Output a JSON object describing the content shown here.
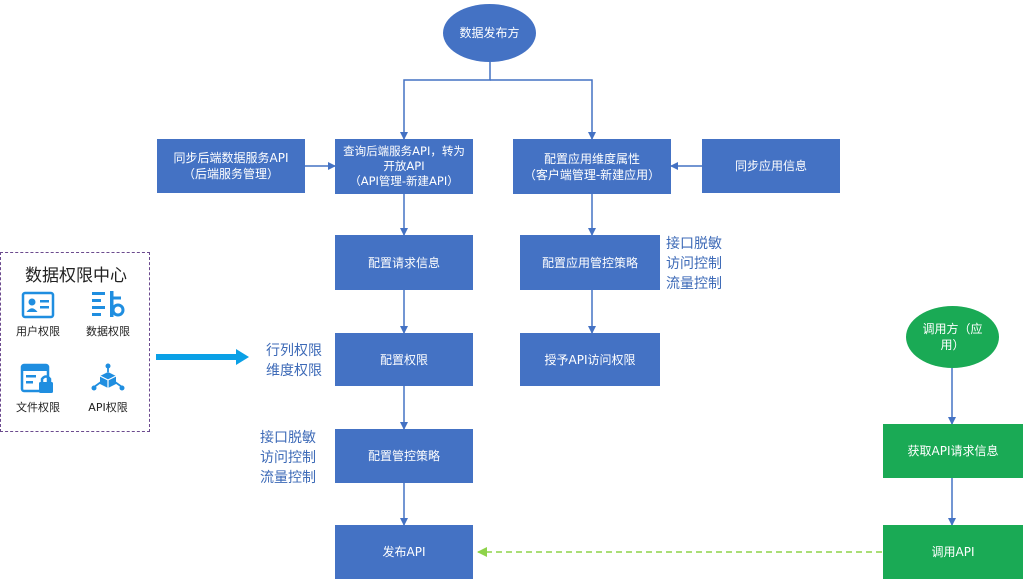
{
  "nodes": {
    "publisher": "数据发布方",
    "sync_backend": [
      "同步后端数据服务API",
      "（后端服务管理）"
    ],
    "query_backend": [
      "查询后端服务API，转为",
      "开放API",
      "（API管理-新建API）"
    ],
    "config_app_attr": [
      "配置应用维度属性",
      "（客户端管理-新建应用）"
    ],
    "sync_app": "同步应用信息",
    "config_request": "配置请求信息",
    "config_app_policy": "配置应用管控策略",
    "config_permission": "配置权限",
    "grant_api": "授予API访问权限",
    "config_policy": "配置管控策略",
    "publish_api": "发布API",
    "caller": [
      "调用方（应",
      "用）"
    ],
    "get_api_info": "获取API请求信息",
    "call_api": "调用API"
  },
  "notes": {
    "app_policy": [
      "接口脱敏",
      "访问控制",
      "流量控制"
    ],
    "permission": [
      "行列权限",
      "维度权限"
    ],
    "policy": [
      "接口脱敏",
      "访问控制",
      "流量控制"
    ]
  },
  "center": {
    "title": "数据权限中心",
    "items": [
      {
        "label": "用户权限",
        "icon": "user-card-icon"
      },
      {
        "label": "数据权限",
        "icon": "data-permission-icon"
      },
      {
        "label": "文件权限",
        "icon": "file-lock-icon"
      },
      {
        "label": "API权限",
        "icon": "api-cube-icon"
      }
    ]
  },
  "colors": {
    "box_blue": "#4472c4",
    "box_green": "#1aaa55",
    "arrow_blue": "#4472c4",
    "arrow_cyan": "#0aa0e6",
    "dashed_green": "#8ed34a",
    "note_text": "#3d6ab7",
    "panel_border": "#6b4a8e",
    "icon_blue": "#1f8ee0"
  }
}
